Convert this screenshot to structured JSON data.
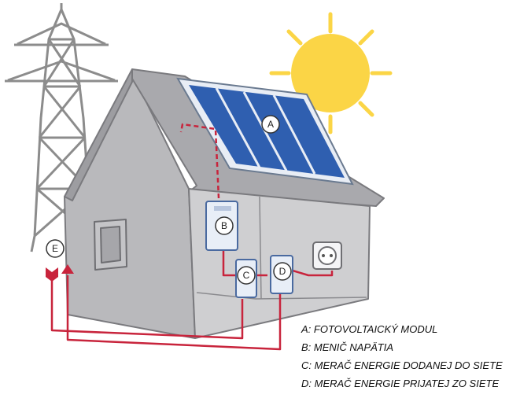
{
  "markers": {
    "a": "A",
    "b": "B",
    "c": "C",
    "d": "D",
    "e": "E"
  },
  "legend": [
    {
      "text": "A: FOTOVOLTAICKÝ MODUL"
    },
    {
      "text": "B: MENIČ NAPÄTIA"
    },
    {
      "text": "C: MERAČ ENERGIE DODANEJ DO SIETE"
    },
    {
      "text": "D: MERAČ ENERGIE PRIJATEJ ZO SIETE"
    }
  ],
  "colors": {
    "sun": "#fbd546",
    "house_wall": "#cfcfd1",
    "house_side": "#b9b9bc",
    "roof": "#a9a9ad",
    "panel": "#2f5fb0",
    "panel_frame": "#e8edf5",
    "wire": "#c8243c",
    "meter": "#e8eef7",
    "tower": "#8c8c8c"
  }
}
